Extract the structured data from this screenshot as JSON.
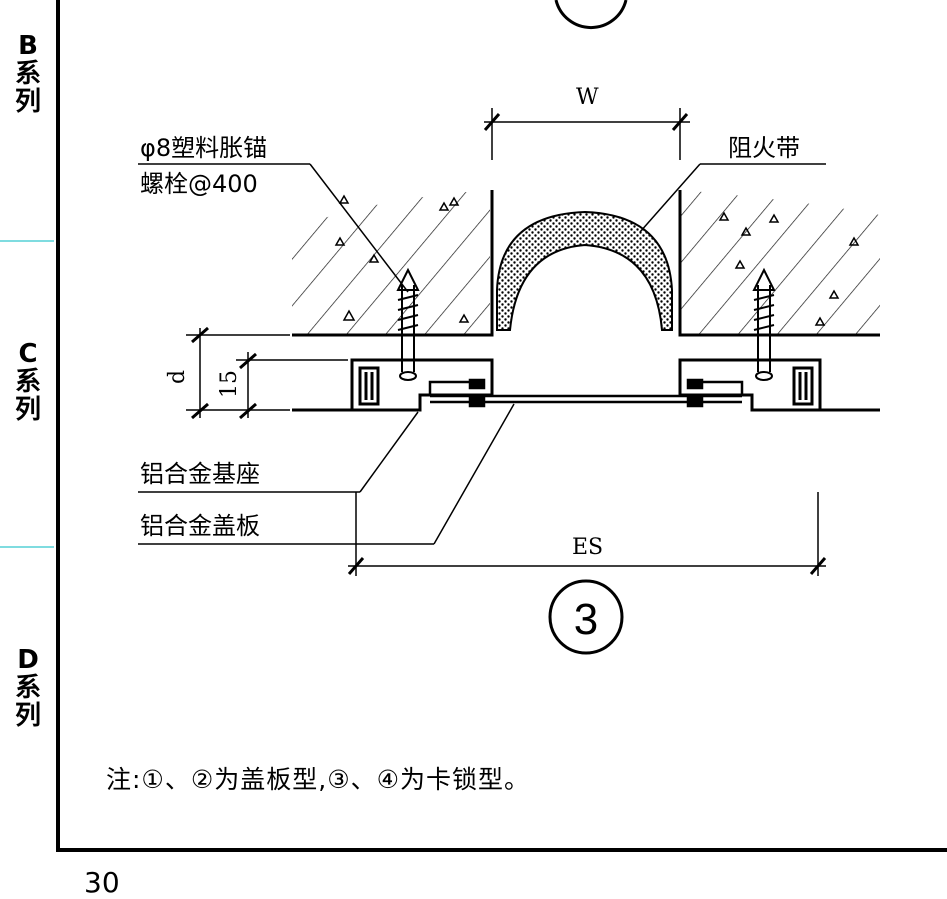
{
  "sidebar": {
    "tabs": [
      {
        "letter": "B",
        "char1": "系",
        "char2": "列"
      },
      {
        "letter": "C",
        "char1": "系",
        "char2": "列"
      },
      {
        "letter": "D",
        "char1": "系",
        "char2": "列"
      }
    ]
  },
  "diagram": {
    "dim_w": "W",
    "anchor_line1": "φ8塑料胀锚",
    "anchor_line2": "螺栓@400",
    "fire_strip": "阻火带",
    "dim_d": "d",
    "dim_15": "15",
    "base_label": "铝合金基座",
    "cover_label": "铝合金盖板",
    "dim_es": "ES",
    "detail_number": "3"
  },
  "note": "注:①、②为盖板型,③、④为卡锁型。",
  "page_number": "30"
}
